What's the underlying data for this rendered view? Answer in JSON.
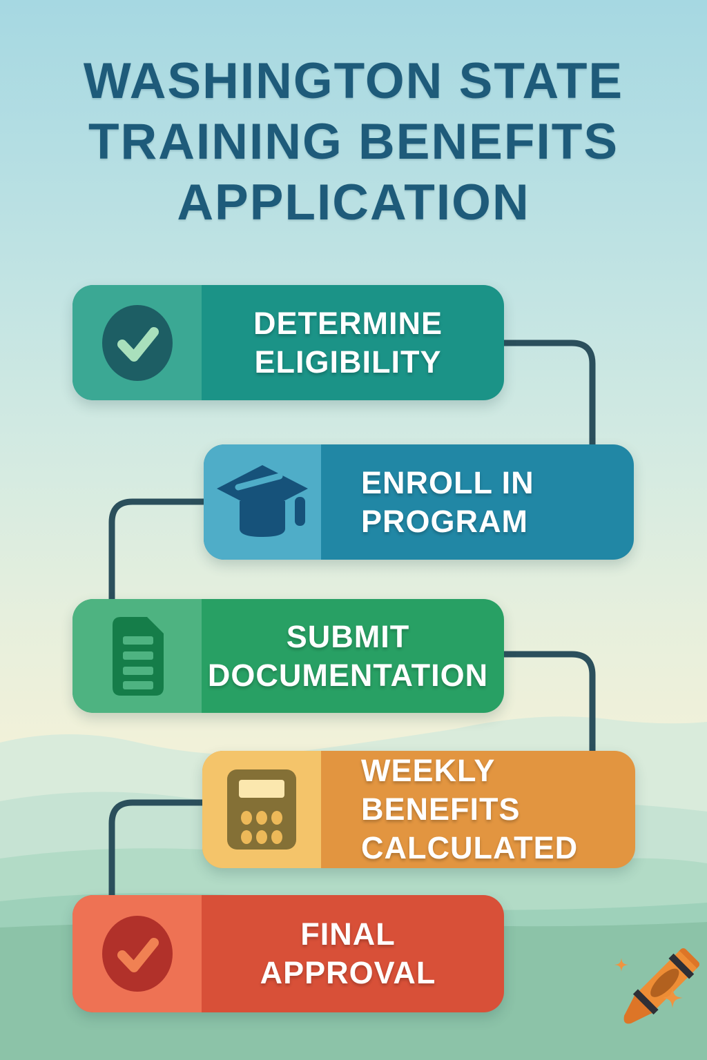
{
  "title": {
    "lines": [
      "WASHINGTON STATE",
      "TRAINING BENEFITS",
      "APPLICATION"
    ],
    "color": "#1e5b7a"
  },
  "steps": [
    {
      "name": "determine-eligibility",
      "label_lines": [
        "DETERMINE",
        "ELIGIBILITY"
      ],
      "icon": "check-circle-icon",
      "colors": {
        "body": "#1b9387",
        "panel": "#3ba894",
        "icon": "#1d5e64",
        "icon_accent": "#a9e0bc"
      }
    },
    {
      "name": "enroll-in-program",
      "label_lines": [
        "ENROLL IN",
        "PROGRAM"
      ],
      "icon": "graduation-cap-icon",
      "colors": {
        "body": "#2187a5",
        "panel": "#4fadc8",
        "icon": "#16527a",
        "icon_accent": "#4fadc8"
      }
    },
    {
      "name": "submit-documentation",
      "label_lines": [
        "SUBMIT",
        "DOCUMENTATION"
      ],
      "icon": "document-icon",
      "colors": {
        "body": "#28a064",
        "panel": "#4eb381",
        "icon": "#157d49",
        "icon_accent": "#4eb381"
      }
    },
    {
      "name": "weekly-benefits-calculated",
      "label_lines": [
        "WEEKLY BENEFITS",
        "CALCULATED"
      ],
      "icon": "calculator-icon",
      "colors": {
        "body": "#e29540",
        "panel": "#f4c46a",
        "icon": "#847036",
        "icon_accent": "#edb959",
        "icon_screen": "#fbe7ae"
      }
    },
    {
      "name": "final-approval",
      "label_lines": [
        "FINAL",
        "APPROVAL"
      ],
      "icon": "check-circle-icon",
      "colors": {
        "body": "#d85038",
        "panel": "#ee7254",
        "icon": "#b1312a",
        "icon_accent": "#f08153"
      }
    }
  ],
  "connector_color": "#2b4f5c",
  "background": {
    "sky_top": "#a6d8e2",
    "cream": "#f1f1d9",
    "mountain_layers": [
      "#d9ebdb",
      "#c6e3d3",
      "#b2dbc6",
      "#9ed1ba",
      "#8cc3a8"
    ]
  },
  "watermark": {
    "icon": "crayon-icon",
    "crayon_color": "#ee8d35",
    "band_color": "#2e2f36",
    "tip_color": "#dd7527",
    "oval_color": "#b2611f",
    "sparkle_color": "#f0933f"
  }
}
